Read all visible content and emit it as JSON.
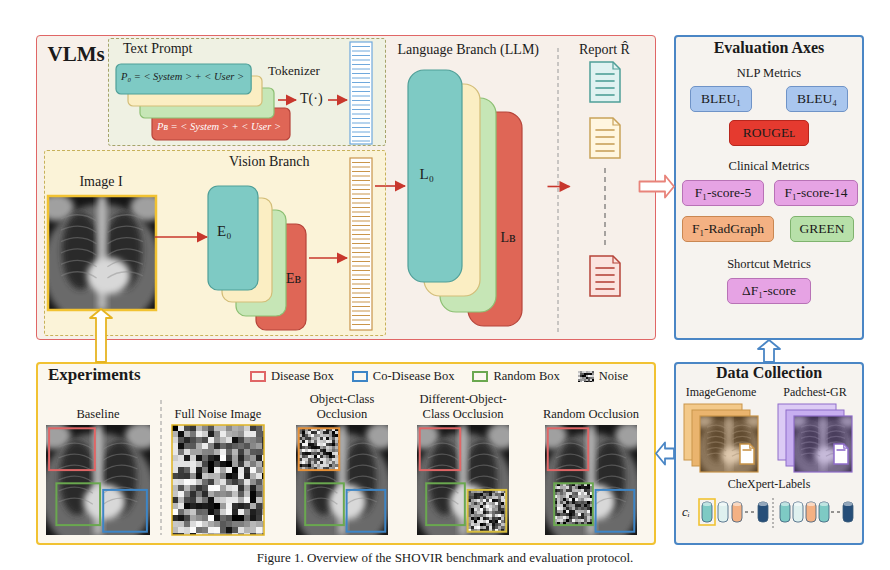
{
  "diagram": {
    "caption": "Figure 1. Overview of the SHOVIR benchmark and evaluation protocol.",
    "nodes": [
      {
        "text": [
          "VLMs"
        ]
      },
      {
        "text": [
          "Text Prompt"
        ],
        "in": 0
      },
      {
        "text": [
          "P₀ = < System > + < User >"
        ],
        "in": 1
      },
      {
        "text": [
          "Pʙ = < System > + < User >"
        ],
        "in": 1
      },
      {
        "text": [
          "Vision Branch"
        ],
        "in": 0
      },
      {
        "text": [
          "Image I"
        ],
        "in": 4
      },
      {
        "text": [
          "E₀"
        ],
        "in": 4
      },
      {
        "text": [
          "Eʙ"
        ],
        "in": 4
      },
      {
        "text": [
          "Language Branch (LLM)"
        ],
        "in": 0
      },
      {
        "text": [
          "L₀"
        ],
        "in": 8
      },
      {
        "text": [
          "Lʙ"
        ],
        "in": 8
      },
      {
        "text": [
          "Report R̂"
        ],
        "in": 0
      },
      {
        "text": [
          "Evaluation Axes"
        ]
      },
      {
        "text": [
          "BLEU₁"
        ],
        "in": 12
      },
      {
        "text": [
          "BLEU₄"
        ],
        "in": 12
      },
      {
        "text": [
          "ROUGEʟ"
        ],
        "in": 12
      },
      {
        "text": [
          "F₁-score-5"
        ],
        "in": 12
      },
      {
        "text": [
          "F₁-score-14"
        ],
        "in": 12
      },
      {
        "text": [
          "F₁-RadGraph"
        ],
        "in": 12
      },
      {
        "text": [
          "GREEN"
        ],
        "in": 12
      },
      {
        "text": [
          "ΔF₁-score"
        ],
        "in": 12
      },
      {
        "text": [
          "Experiments"
        ]
      },
      {
        "text": [
          "Data Collection"
        ]
      }
    ],
    "edges": [
      {
        "from": 5,
        "to": 6,
        "arrow": "to"
      },
      {
        "from": 8,
        "to": 11,
        "arrow": "to"
      },
      {
        "from": 11,
        "to": 12,
        "arrow": "to"
      },
      {
        "from": 22,
        "to": 12,
        "arrow": "to"
      },
      {
        "from": 22,
        "to": 21,
        "arrow": "to"
      },
      {
        "from": 21,
        "to": 5,
        "arrow": "to"
      }
    ],
    "labels": [
      "Tokenizer",
      "T(·)",
      "NLP Metrics",
      "Clinical Metrics",
      "Shortcut Metrics",
      "Baseline",
      "Full Noise Image",
      "Object-Class Occlusion",
      "Different-Object-Class Occlusion",
      "Random Occlusion",
      "ImageGenome",
      "Padchest-GR",
      "CheXpert-Labels",
      "cᵢ"
    ],
    "legend": [
      {
        "text": "Disease Box",
        "color": "#e06666"
      },
      {
        "text": "Co-Disease Box",
        "color": "#3d85c6"
      },
      {
        "text": "Random Box",
        "color": "#6aa84f"
      },
      {
        "text": "Noise"
      }
    ]
  }
}
